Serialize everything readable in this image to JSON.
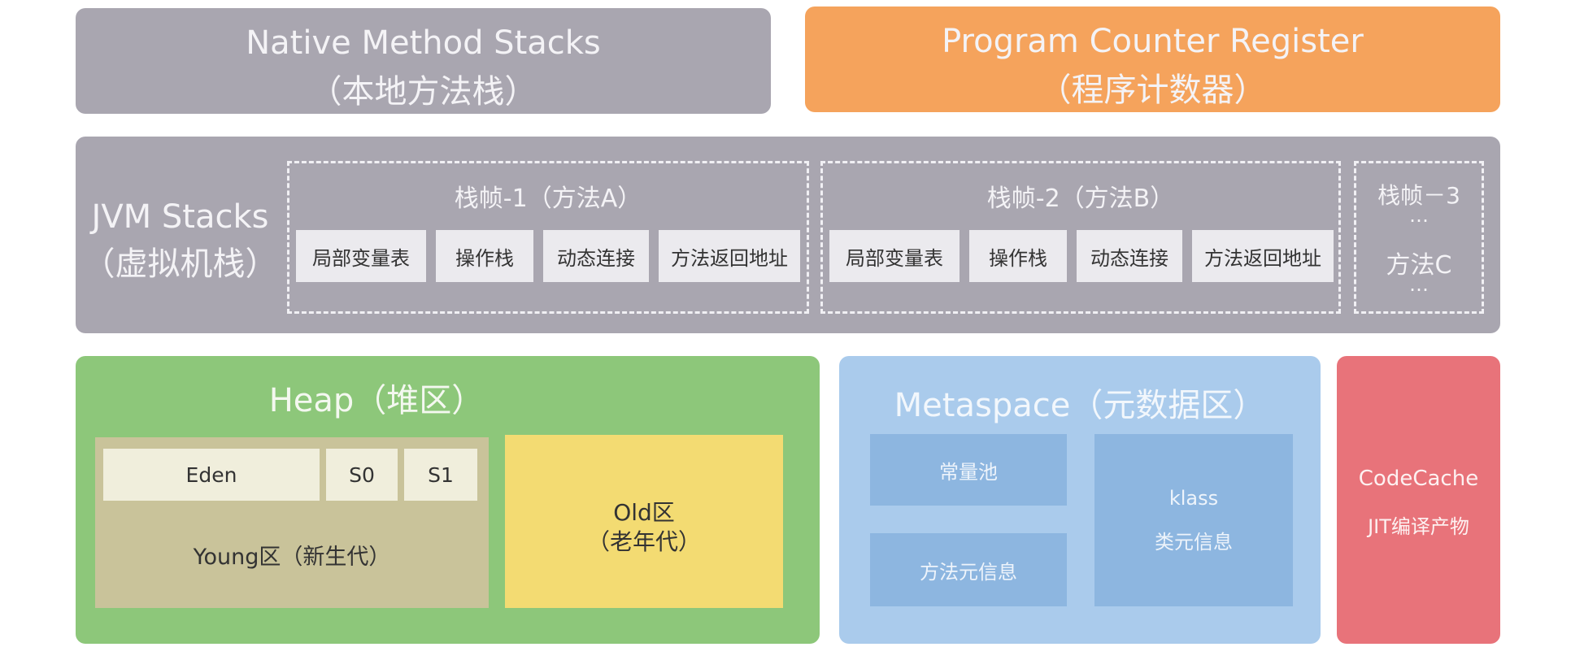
{
  "native": {
    "title": "Native Method Stacks",
    "subtitle": "（本地方法栈）"
  },
  "pcr": {
    "title": "Program Counter Register",
    "subtitle": "（程序计数器）"
  },
  "jvm": {
    "title": "JVM Stacks",
    "subtitle": "（虚拟机栈）",
    "frame1": {
      "title": "栈帧-1（方法A）",
      "cells": [
        "局部变量表",
        "操作栈",
        "动态连接",
        "方法返回地址"
      ]
    },
    "frame2": {
      "title": "栈帧-2（方法B）",
      "cells": [
        "局部变量表",
        "操作栈",
        "动态连接",
        "方法返回地址"
      ]
    },
    "frame3": {
      "title": "栈帧－3",
      "dots_top": "…",
      "method": "方法C",
      "dots_bottom": "…"
    }
  },
  "heap": {
    "title": "Heap（堆区）",
    "eden": "Eden",
    "s0": "S0",
    "s1": "S1",
    "young": "Young区（新生代）",
    "old_title": "Old区",
    "old_subtitle": "（老年代）"
  },
  "meta": {
    "title": "Metaspace（元数据区）",
    "constant_pool": "常量池",
    "method_meta": "方法元信息",
    "klass": "klass",
    "klass_sub": "类元信息"
  },
  "code": {
    "title": "CodeCache",
    "subtitle": "JIT编译产物"
  },
  "colors": {
    "gray": "#a9a6b0",
    "orange": "#f5a35c",
    "green": "#8dc77a",
    "yellow": "#f3db72",
    "blue": "#aacbec",
    "red": "#e8737a"
  }
}
